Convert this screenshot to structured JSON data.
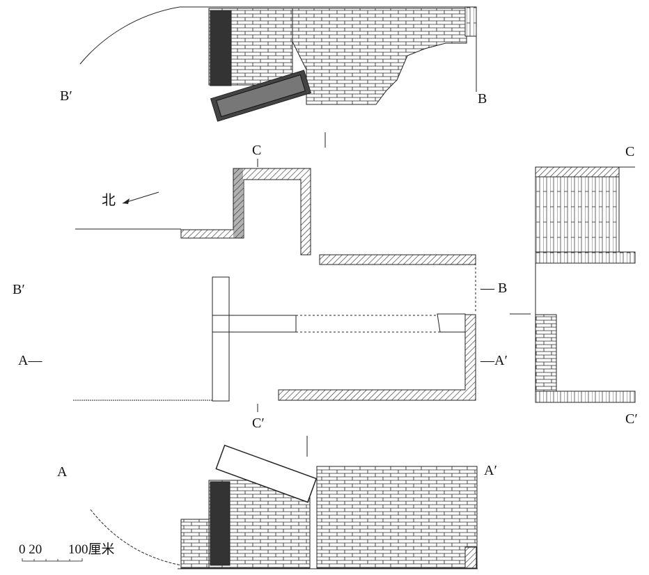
{
  "figure": {
    "labels": {
      "top_left": "B′",
      "top_right": "B",
      "plan_c_top": "C",
      "north": "北",
      "plan_b_left": "B′",
      "plan_b_right": "— B",
      "plan_a_left": "A—",
      "plan_a_right": "—A′",
      "plan_c_bottom": "C′",
      "side_c_top": "C",
      "side_c_bottom": "C′",
      "bottom_left": "A",
      "bottom_right": "A′"
    },
    "scale": {
      "start": "0 20",
      "end": "100厘米"
    }
  }
}
